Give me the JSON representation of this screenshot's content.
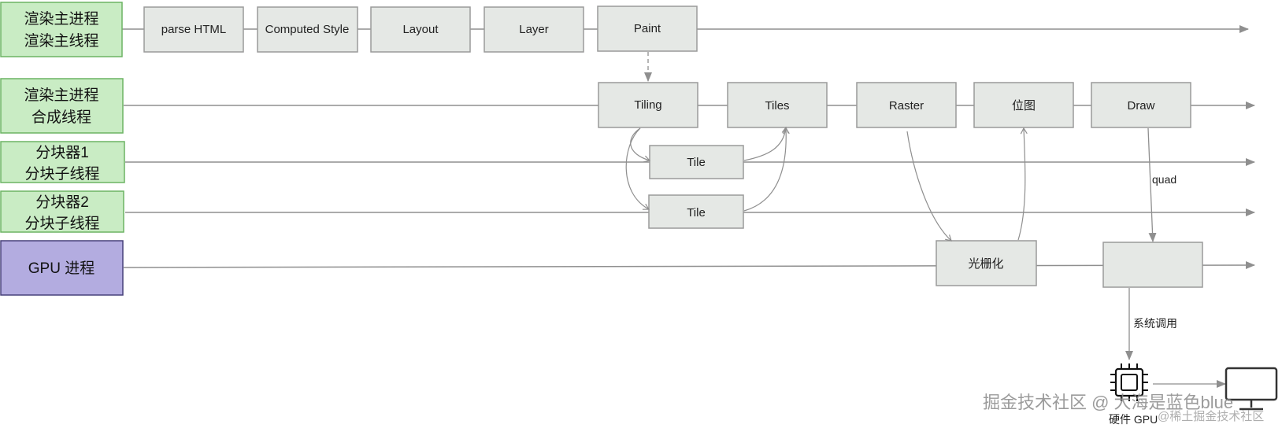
{
  "colors": {
    "renderer_lane_fill": "#c9ecc4",
    "renderer_lane_stroke": "#6cb463",
    "gpu_lane_fill": "#b3ace0",
    "gpu_lane_stroke": "#47407a",
    "box_fill": "#e5e8e5",
    "box_stroke": "#9a9a9a",
    "line": "#8f8f8f"
  },
  "lanes": {
    "main": [
      "渲染主进程",
      "渲染主线程"
    ],
    "compositor": [
      "渲染主进程",
      "合成线程"
    ],
    "tiler1": [
      "分块器1",
      "分块子线程"
    ],
    "tiler2": [
      "分块器2",
      "分块子线程"
    ],
    "gpu": [
      "GPU 进程"
    ]
  },
  "boxes": {
    "parse_html": "parse HTML",
    "computed_style": "Computed Style",
    "layout": "Layout",
    "layer": "Layer",
    "paint": "Paint",
    "tiling": "Tiling",
    "tiles": "Tiles",
    "raster": "Raster",
    "bitmap": "位图",
    "draw": "Draw",
    "tile1": "Tile",
    "tile2": "Tile",
    "rasterize": "光栅化",
    "gpu_draw": ""
  },
  "edges": {
    "quad": "quad",
    "syscall": "系统调用"
  },
  "hardware": {
    "gpu_label": "硬件 GPU",
    "chip_icon": "chip-icon",
    "monitor_icon": "monitor-icon"
  },
  "watermark": {
    "main": "掘金技术社区 @ 大海是蓝色blue",
    "small": "@稀土掘金技术社区"
  }
}
